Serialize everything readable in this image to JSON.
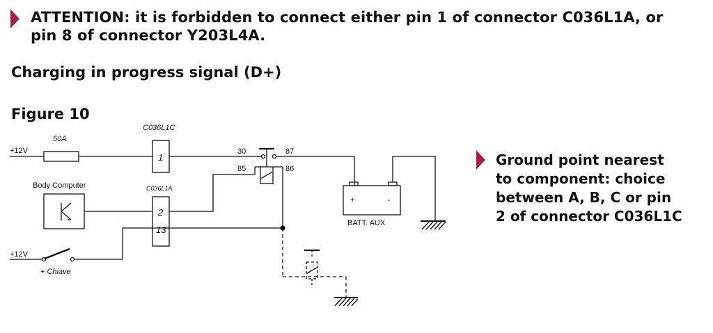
{
  "attention": {
    "line1": "ATTENTION: it is forbidden to connect either pin 1 of connector C036L1A, or",
    "line2": "pin 8 of connector Y203L4A."
  },
  "section_heading": "Charging in progress signal (D+)",
  "figure_label": "Figure 10",
  "diagram": {
    "supply_top": "+12V",
    "fuse_rating": "50A",
    "connector_top_label": "C036L1C",
    "connector_top_pin": "1",
    "body_computer_label": "Body Computer",
    "connector_mid_label": "C036L1A",
    "connector_mid_pin_a": "2",
    "connector_mid_pin_b": "13",
    "supply_bottom": "+12V",
    "key_label": "+ Chiave",
    "relay_terminal_30": "30",
    "relay_terminal_87": "87",
    "relay_terminal_85": "85",
    "relay_terminal_86": "86",
    "battery_plus": "+",
    "battery_minus": "-",
    "battery_label": "BATT.  AUX"
  },
  "ground_note": {
    "line1": "Ground point nearest",
    "line2": "to component: choice",
    "line3": "between A, B, C or pin",
    "line4": "2 of connector C036L1C"
  },
  "colors": {
    "bullet": "#a6213f",
    "text": "#111111"
  }
}
